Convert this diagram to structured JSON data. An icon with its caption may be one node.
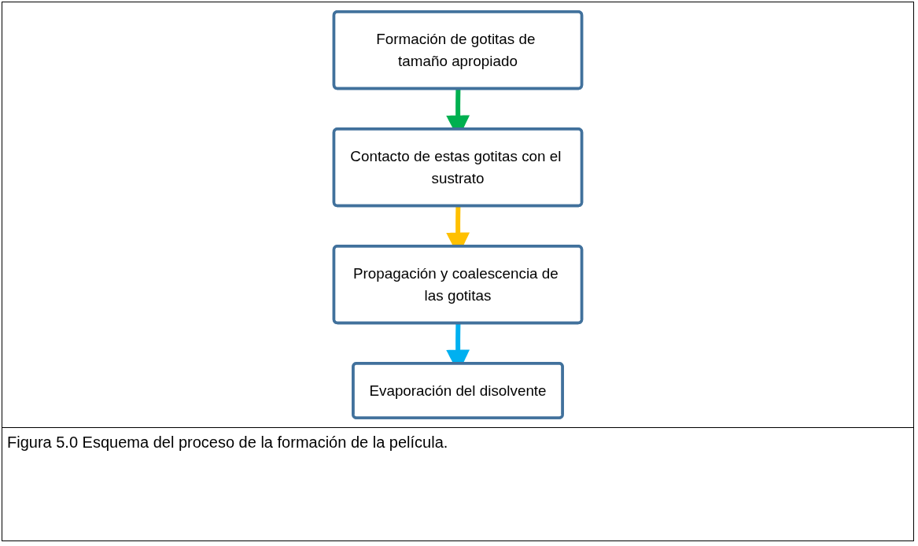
{
  "diagram": {
    "caption": "Figura 5.0 Esquema del proceso de la formación de la película.",
    "nodes": [
      {
        "text": [
          "Formación de gotitas de tamaño apropiado"
        ]
      },
      {
        "text": [
          "Contacto de estas gotitas con el sustrato"
        ]
      },
      {
        "text": [
          "Propagación y coalescencia de las gotitas"
        ]
      },
      {
        "text": [
          "Evaporación del disolvente"
        ]
      }
    ],
    "edges": [
      {
        "from": 0,
        "to": 1,
        "arrow": "to",
        "color": "#00b050"
      },
      {
        "from": 1,
        "to": 2,
        "arrow": "to",
        "color": "#ffc000"
      },
      {
        "from": 2,
        "to": 3,
        "arrow": "to",
        "color": "#00b0f0"
      }
    ]
  }
}
